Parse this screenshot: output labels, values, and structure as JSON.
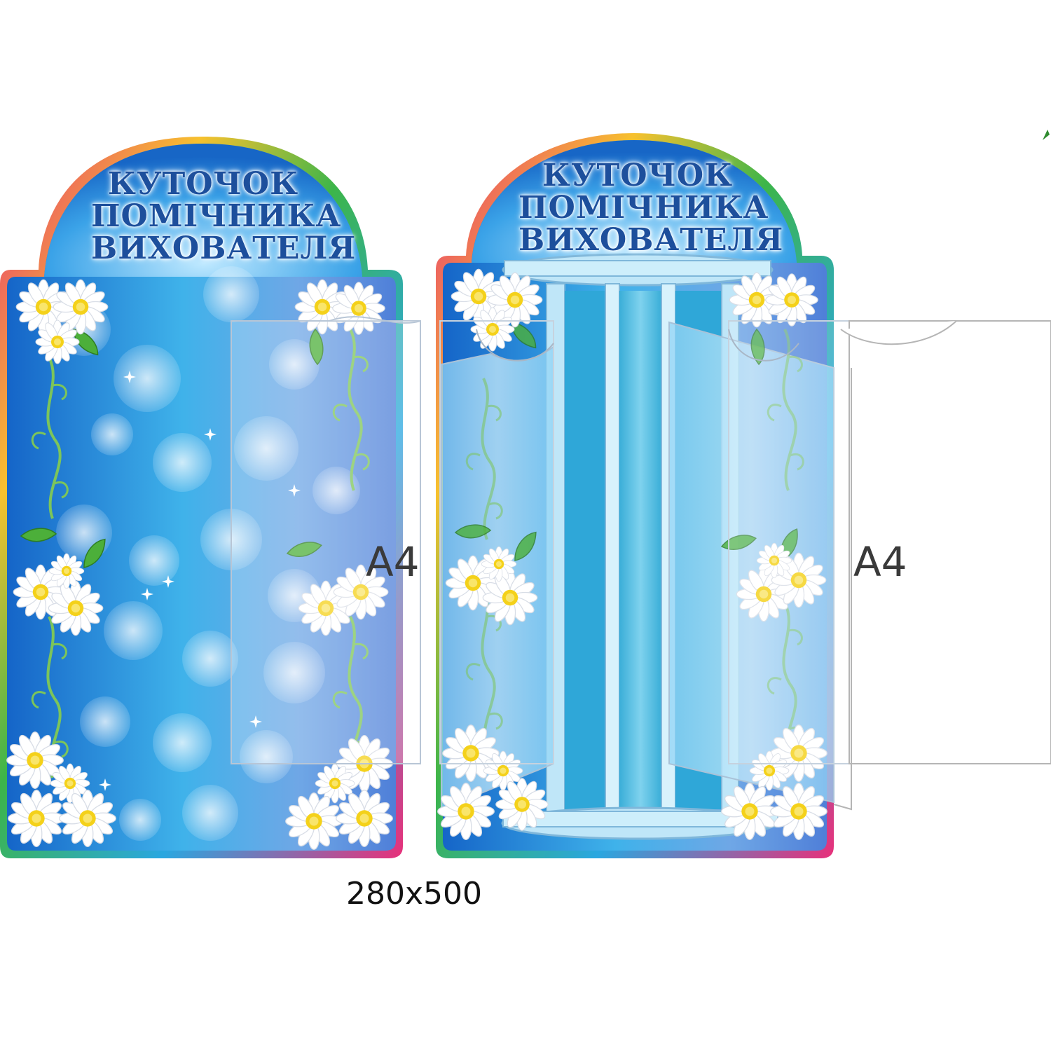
{
  "board_title_lines": [
    "КУТОЧОК",
    "ПОМІЧНИКА",
    "ВИХОВАТЕЛЯ"
  ],
  "pocket_label": "A4",
  "size_label": "280x500",
  "colors": {
    "board_blue": "#1e7fd6",
    "title_text": "#1d4f9c",
    "frame_rainbow": [
      "#e8307a",
      "#f7c12e",
      "#3cb54a",
      "#2aa7e0",
      "#7a3fb0"
    ],
    "daisy_petal": "#ffffff",
    "daisy_center": "#f4d11a",
    "leaf": "#4caf3a"
  },
  "icons": [
    "daisy-icon",
    "leaf-icon",
    "sparkle-icon"
  ]
}
